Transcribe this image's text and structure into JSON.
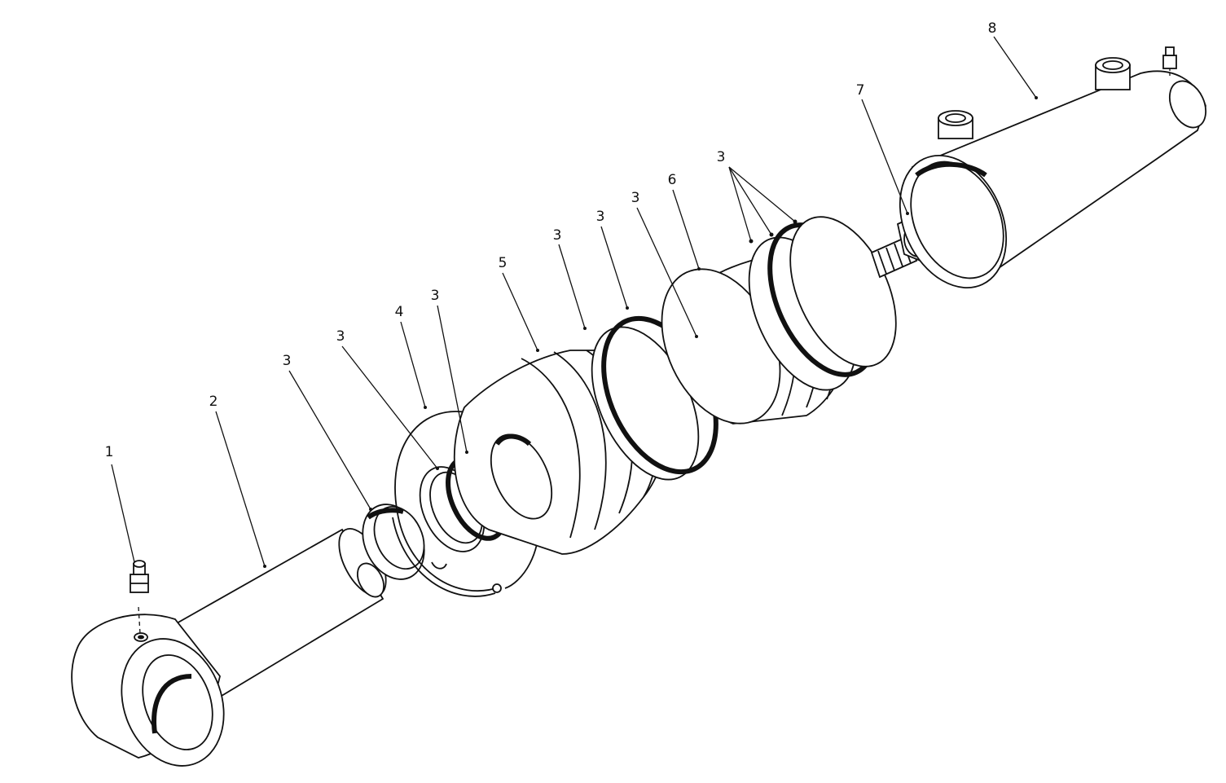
{
  "diagram": {
    "type": "exploded-parts-view",
    "callouts": [
      {
        "id": "c1",
        "label": "1"
      },
      {
        "id": "c2",
        "label": "2"
      },
      {
        "id": "c3a",
        "label": "3"
      },
      {
        "id": "c3b",
        "label": "3"
      },
      {
        "id": "c4",
        "label": "4"
      },
      {
        "id": "c3c",
        "label": "3"
      },
      {
        "id": "c5",
        "label": "5"
      },
      {
        "id": "c3d",
        "label": "3"
      },
      {
        "id": "c3e",
        "label": "3"
      },
      {
        "id": "c3f",
        "label": "3"
      },
      {
        "id": "c6",
        "label": "6"
      },
      {
        "id": "c3g",
        "label": "3"
      },
      {
        "id": "c7",
        "label": "7"
      },
      {
        "id": "c8",
        "label": "8"
      }
    ]
  }
}
